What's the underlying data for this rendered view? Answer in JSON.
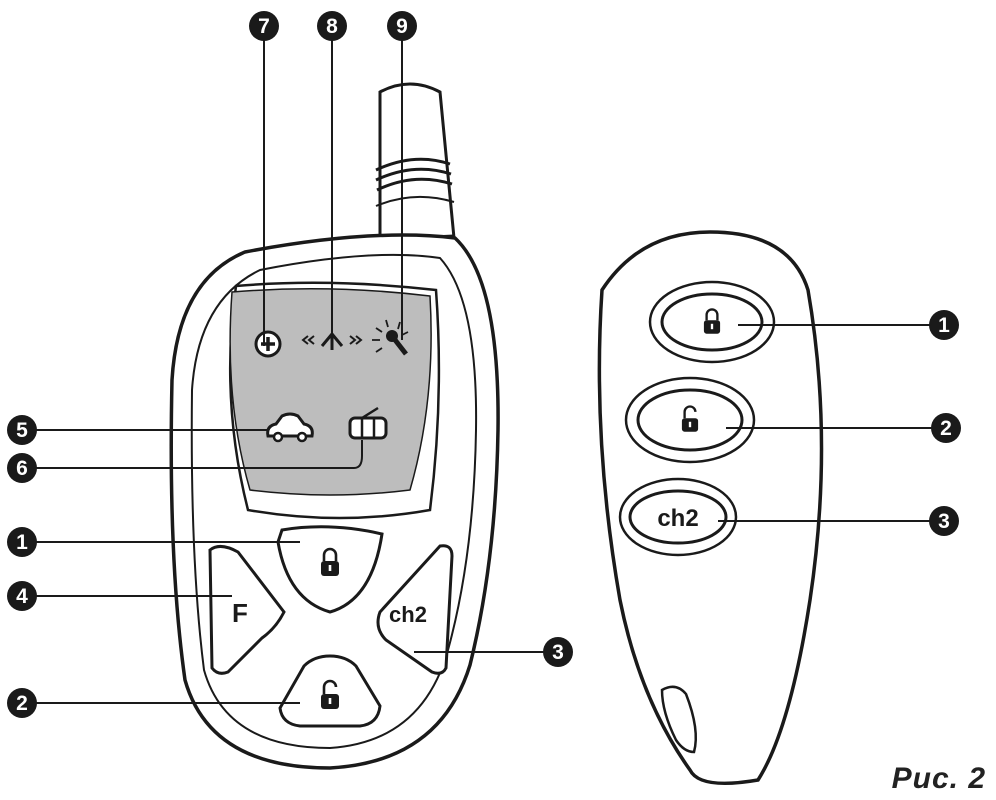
{
  "caption": "Рис. 2",
  "callouts": [
    "1",
    "2",
    "3",
    "4",
    "5",
    "6",
    "7",
    "8",
    "9"
  ],
  "main_fob": {
    "button_f": "F",
    "button_ch2": "ch2",
    "lcd_icons": [
      "plus-circle-icon",
      "antenna-signal-icon",
      "alarm-trigger-icon",
      "car-icon",
      "door-icon"
    ]
  },
  "small_fob": {
    "button_ch2": "ch2"
  },
  "colors": {
    "lcd": "#bdbdbd",
    "outline": "#1a1a1a",
    "callout_fill": "#1a1a1a"
  }
}
